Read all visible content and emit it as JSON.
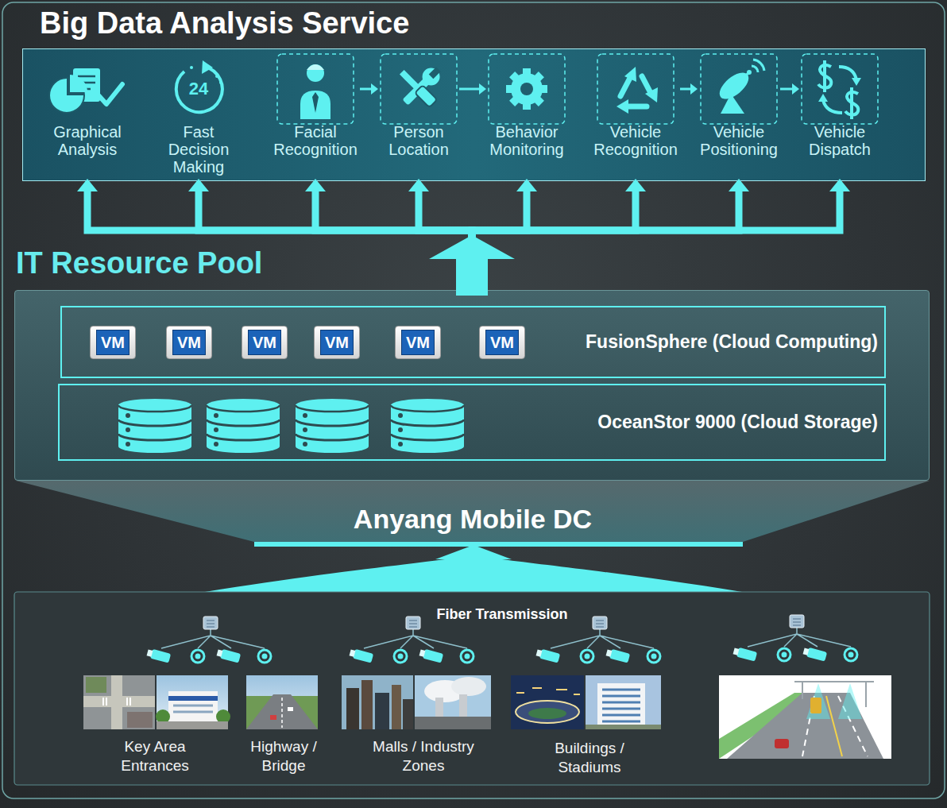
{
  "diagram": {
    "nodes": [
      {
        "text": [
          "Big Data Analysis Service"
        ]
      },
      {
        "text": [
          "Graphical Analysis"
        ],
        "in": 0
      },
      {
        "text": [
          "Fast Decision Making"
        ],
        "in": 0
      },
      {
        "text": [
          "Facial Recognition"
        ],
        "in": 0
      },
      {
        "text": [
          "Person Location"
        ],
        "in": 0
      },
      {
        "text": [
          "Behavior Monitoring"
        ],
        "in": 0
      },
      {
        "text": [
          "Vehicle Recognition"
        ],
        "in": 0
      },
      {
        "text": [
          "Vehicle Positioning"
        ],
        "in": 0
      },
      {
        "text": [
          "Vehicle Dispatch"
        ],
        "in": 0
      },
      {
        "text": [
          "IT Resource Pool"
        ]
      },
      {
        "text": [
          "FusionSphere (Cloud Computing)"
        ],
        "in": 9
      },
      {
        "text": [
          "VM"
        ],
        "in": 10
      },
      {
        "text": [
          "VM"
        ],
        "in": 10
      },
      {
        "text": [
          "VM"
        ],
        "in": 10
      },
      {
        "text": [
          "VM"
        ],
        "in": 10
      },
      {
        "text": [
          "VM"
        ],
        "in": 10
      },
      {
        "text": [
          "VM"
        ],
        "in": 10
      },
      {
        "text": [
          "OceanStor 9000 (Cloud Storage)"
        ],
        "in": 9
      },
      {
        "text": [
          "Anyang Mobile DC"
        ]
      }
    ],
    "edges": [
      {
        "from": 9,
        "to": 1,
        "arrow": "to"
      },
      {
        "from": 9,
        "to": 2,
        "arrow": "to"
      },
      {
        "from": 9,
        "to": 3,
        "arrow": "to"
      },
      {
        "from": 9,
        "to": 4,
        "arrow": "to"
      },
      {
        "from": 9,
        "to": 5,
        "arrow": "to"
      },
      {
        "from": 9,
        "to": 6,
        "arrow": "to"
      },
      {
        "from": 9,
        "to": 7,
        "arrow": "to"
      },
      {
        "from": 9,
        "to": 8,
        "arrow": "to"
      },
      {
        "from": 3,
        "to": 4,
        "arrow": "to"
      },
      {
        "from": 4,
        "to": 5,
        "arrow": "to"
      },
      {
        "from": 6,
        "to": 7,
        "arrow": "to"
      },
      {
        "from": 7,
        "to": 8,
        "arrow": "to"
      }
    ],
    "labels": [
      "24",
      "Fiber Transmission",
      "Key Area Entrances",
      "Highway / Bridge",
      "Malls / Industry Zones",
      "Buildings / Stadiums"
    ]
  }
}
